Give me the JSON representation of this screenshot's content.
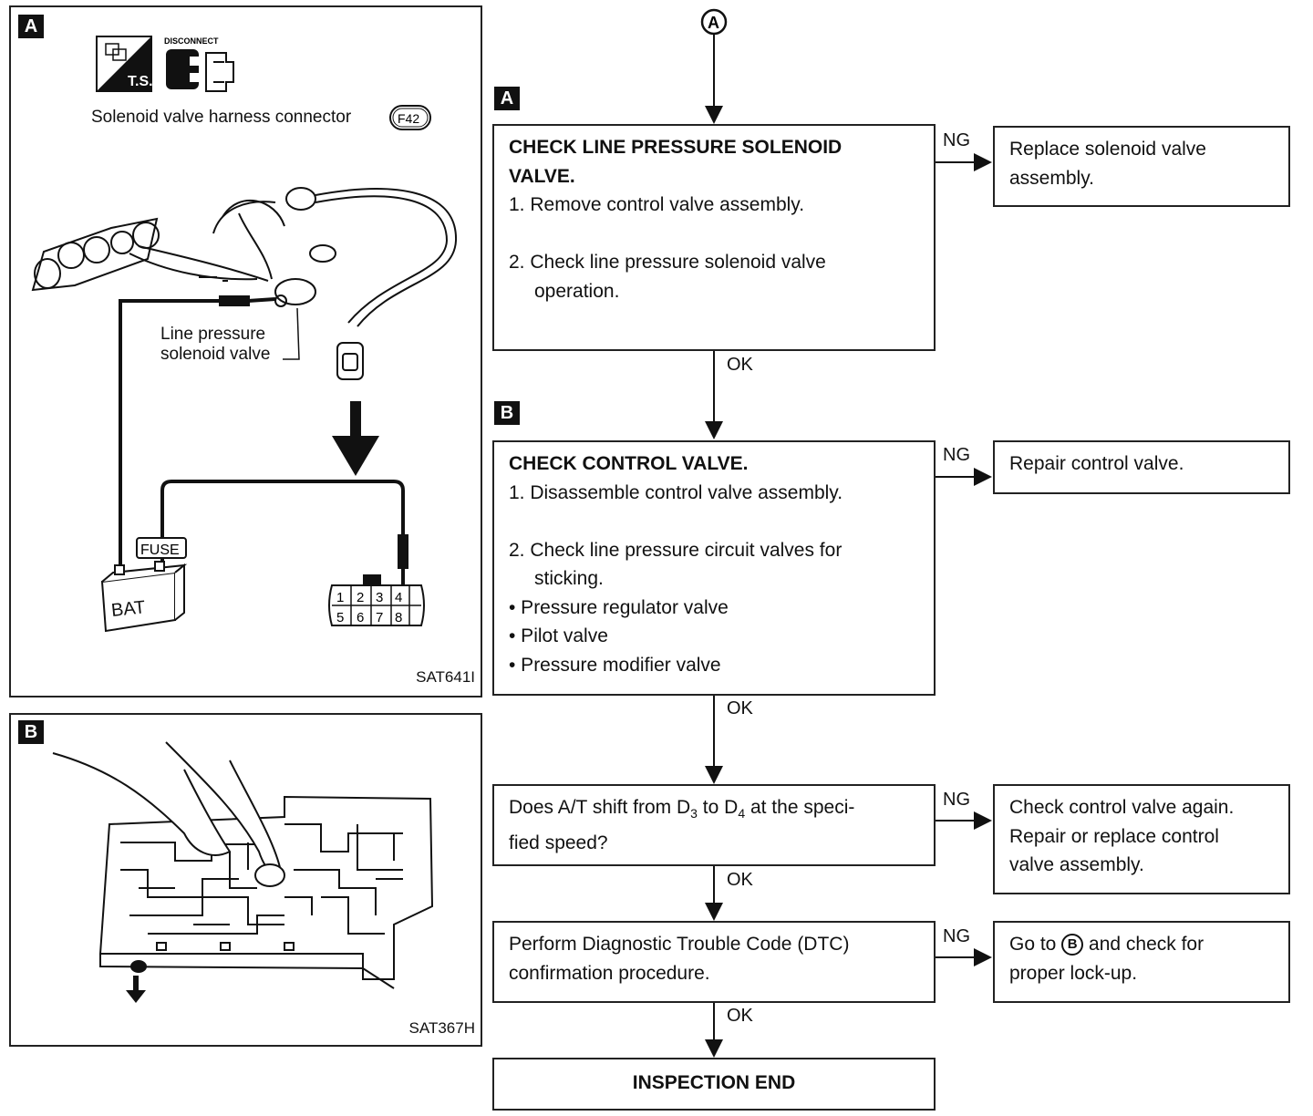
{
  "figures": [
    {
      "tag": "A",
      "code": "SAT641I",
      "ts_label": "T.S.",
      "disconnect_label": "DISCONNECT",
      "connector_caption": "Solenoid valve harness connector",
      "connector_id": "F42",
      "component_label_1": "Line pressure",
      "component_label_2": "solenoid valve",
      "fuse_label": "FUSE",
      "battery_label": "BAT",
      "pins_top": [
        "1",
        "2",
        "3",
        "4"
      ],
      "pins_bottom": [
        "5",
        "6",
        "7",
        "8"
      ]
    },
    {
      "tag": "B",
      "code": "SAT367H"
    }
  ],
  "flow": {
    "entry_circle": "A",
    "steps": [
      {
        "tag": "A",
        "title_lines": [
          "CHECK LINE PRESSURE SOLENOID",
          "VALVE."
        ],
        "lines": [
          "1.  Remove control valve assembly.",
          "",
          "2.  Check line pressure solenoid valve",
          "operation."
        ],
        "ng_label": "NG",
        "ng_action": [
          "Replace solenoid valve",
          "assembly."
        ],
        "ok_label": "OK"
      },
      {
        "tag": "B",
        "title_lines": [
          "CHECK CONTROL VALVE."
        ],
        "lines": [
          "1. Disassemble control valve assembly.",
          "",
          "2. Check line pressure circuit valves for",
          "sticking.",
          "• Pressure regulator valve",
          "• Pilot valve",
          "• Pressure modifier valve"
        ],
        "ng_label": "NG",
        "ng_action": [
          "Repair control valve."
        ],
        "ok_label": "OK"
      },
      {
        "question_before": "Does A/T shift from D",
        "sub1": "3",
        "question_mid": " to D",
        "sub2": "4",
        "question_after": " at the speci-",
        "question_line2": "fied speed?",
        "ng_label": "NG",
        "ng_action": [
          "Check control valve again.",
          "Repair or replace control",
          "valve assembly."
        ],
        "ok_label": "OK"
      },
      {
        "lines": [
          "Perform Diagnostic Trouble Code (DTC)",
          "confirmation procedure."
        ],
        "ng_label": "NG",
        "ng_action_before": "Go to ",
        "ng_action_circle": "B",
        "ng_action_after": " and check for",
        "ng_action_line2": "proper lock-up.",
        "ok_label": "OK"
      }
    ],
    "end_label": "INSPECTION END"
  }
}
